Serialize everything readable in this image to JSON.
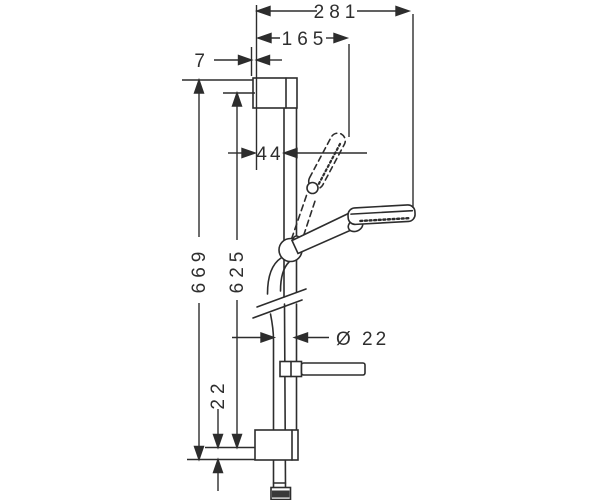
{
  "drawing": {
    "subject": "shower-rail-set-dimension-drawing",
    "unit": "mm",
    "colors": {
      "line": "#2d2d2d",
      "background": "#ffffff",
      "connector_fill": "#3a3a3a"
    },
    "dimensions": {
      "overall_projection": "281",
      "spray_face_projection": "165",
      "bracket_edge_offset": "7",
      "wall_to_rail": "44",
      "overall_height": "669",
      "mount_hole_spacing": "625",
      "rail_diameter": "Ø 22",
      "bottom_hole_offset": "22"
    }
  }
}
